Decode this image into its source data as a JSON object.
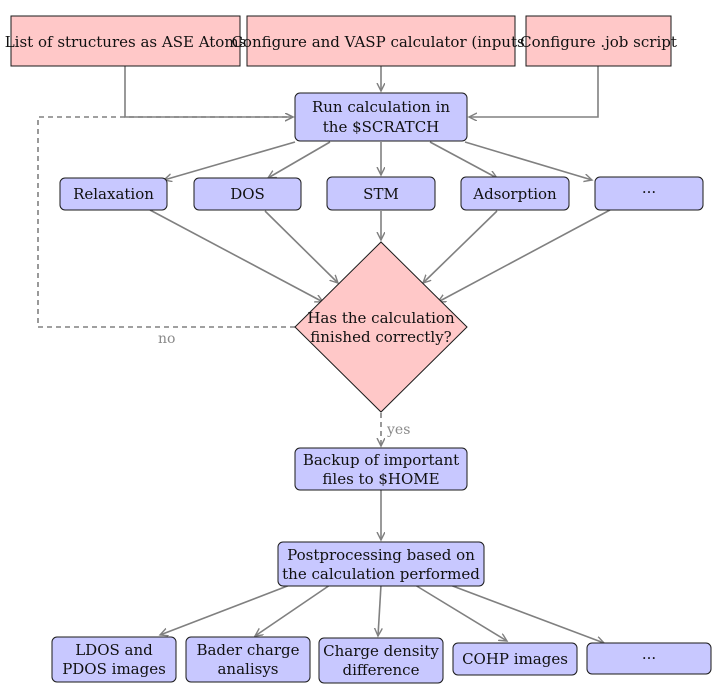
{
  "inputs": {
    "structures": "List of structures as ASE Atoms",
    "vasp": "Configure and VASP calculator (inputs)",
    "job": "Configure .job script"
  },
  "run": {
    "line1": "Run calculation in",
    "line2": "the $SCRATCH"
  },
  "calc_types": {
    "relaxation": "Relaxation",
    "dos": "DOS",
    "stm": "STM",
    "adsorption": "Adsorption",
    "more": "···"
  },
  "decision": {
    "line1": "Has the calculation",
    "line2": "finished correctly?",
    "no_label": "no",
    "yes_label": "yes"
  },
  "backup": {
    "line1": "Backup of important",
    "line2": "files to $HOME"
  },
  "postprocessing": {
    "line1": "Postprocessing based on",
    "line2": "the calculation performed"
  },
  "outputs": {
    "ldos_line1": "LDOS and",
    "ldos_line2": "PDOS images",
    "bader_line1": "Bader charge",
    "bader_line2": "analisys",
    "charge_line1": "Charge density",
    "charge_line2": "difference",
    "cohp": "COHP images",
    "more": "···"
  }
}
